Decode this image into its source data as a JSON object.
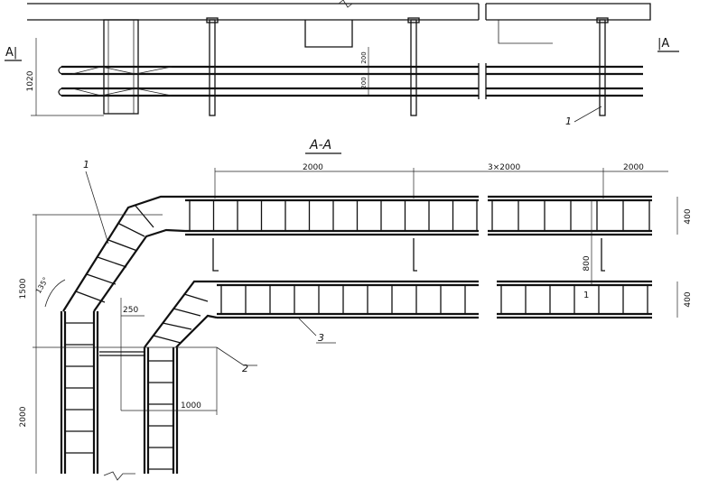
{
  "labels": {
    "section_left": "А|",
    "section_right": "|А",
    "section_title": "А-А",
    "callout_1_top": "1",
    "callout_1_left": "1",
    "callout_1_mid": "1",
    "callout_2": "2",
    "callout_3": "3"
  },
  "dimensions": {
    "elev_total": "1020",
    "elev_upper": "200",
    "elev_lower": "200",
    "plan_span1": "2000",
    "plan_span2": "3×2000",
    "plan_span3": "2000",
    "plan_width_upper": "400",
    "plan_gap": "800",
    "plan_width_lower": "400",
    "left_vertical_upper": "1500",
    "left_vertical_lower": "2000",
    "angle": "135°",
    "offset": "250",
    "bottom_offset": "1000"
  },
  "colors": {
    "line": "#111111",
    "background": "#ffffff"
  }
}
